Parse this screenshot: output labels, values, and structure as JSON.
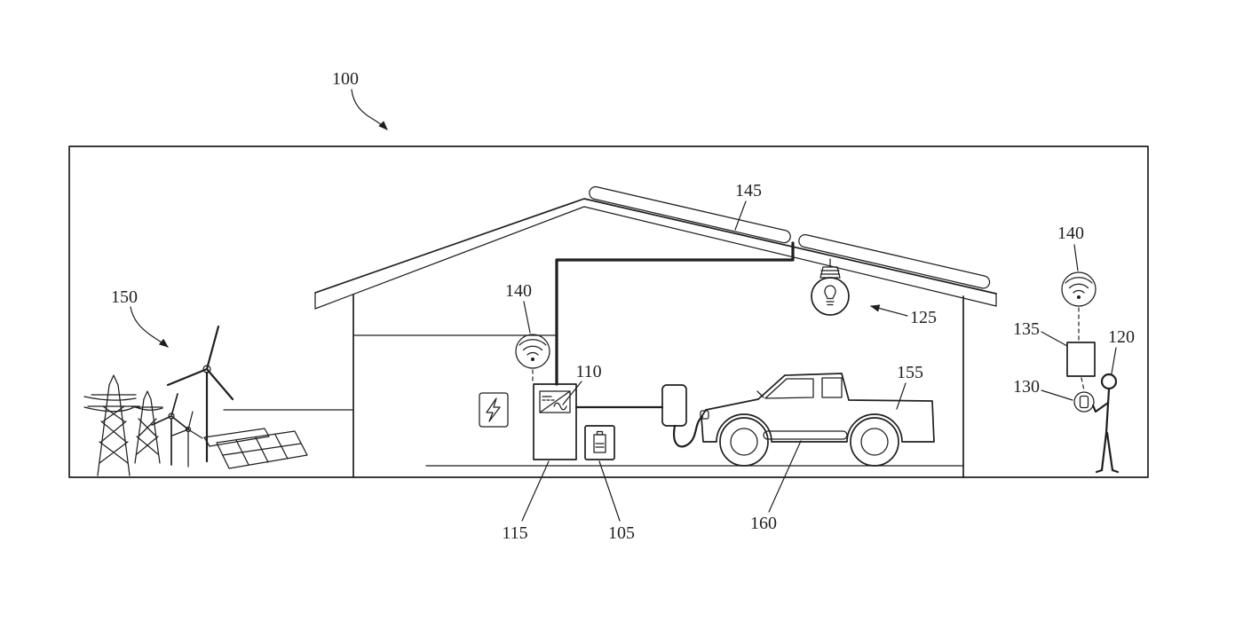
{
  "figure": {
    "reference_labels": {
      "system": "100",
      "grid_and_renewables": "150",
      "rooftop_solar": "145",
      "wifi_home": "140",
      "light_bulb": "125",
      "charge_module": "110",
      "vehicle": "155",
      "wifi_remote": "140",
      "gateway_device": "135",
      "user": "120",
      "mobile_device": "130",
      "inverter_unit": "115",
      "battery_pack": "105",
      "vehicle_body": "160"
    },
    "colors": {
      "ink": "#1f1f1f",
      "background": "#ffffff"
    }
  }
}
